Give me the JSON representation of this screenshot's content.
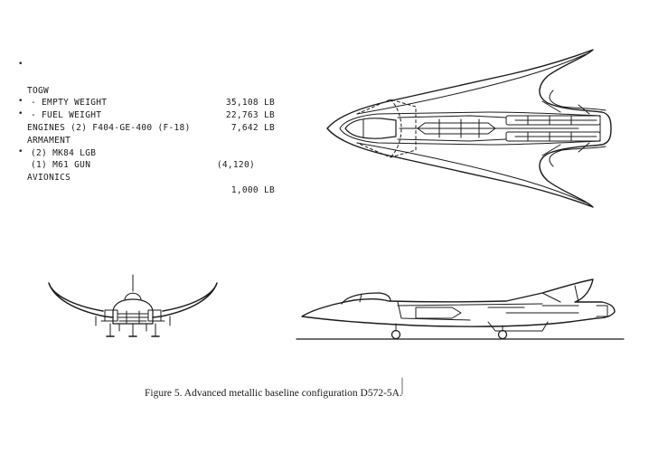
{
  "specs": [
    {
      "bullet": "•",
      "label": "TOGW",
      "value": "35,108 LB"
    },
    {
      "bullet": "",
      "label": "- EMPTY WEIGHT",
      "value": "22,763 LB"
    },
    {
      "bullet": "",
      "label": "- FUEL WEIGHT",
      "value": "7,642 LB"
    },
    {
      "bullet": "•",
      "label": "ENGINES (2) F404-GE-400 (F-18)",
      "value": ""
    },
    {
      "bullet": "•",
      "label": "ARMAMENT",
      "value": ""
    },
    {
      "bullet": "",
      "label": "(2) MK84 LGB",
      "value": "(4,120)"
    },
    {
      "bullet": "",
      "label": "(1) M61 GUN",
      "value": ""
    },
    {
      "bullet": "•",
      "label": "AVIONICS",
      "value": "1,000 LB"
    }
  ],
  "caption": "Figure 5.  Advanced metallic baseline configuration D572-5A.",
  "colors": {
    "line": "#1c1c1c",
    "background": "#ffffff"
  }
}
